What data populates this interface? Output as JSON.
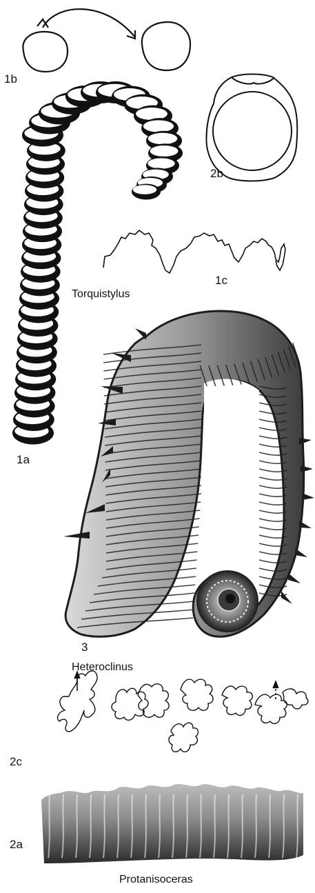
{
  "figure_labels": {
    "l1a": "1a",
    "l1b": "1b",
    "l1c": "1c",
    "l2a": "2a",
    "l2b": "2b",
    "l2c": "2c",
    "l3": "3"
  },
  "taxa": {
    "torquistylus": "Torquistylus",
    "heteroclinus": "Heteroclinus",
    "protanisoceras": "Protanisoceras"
  },
  "colors": {
    "ink": "#111111",
    "fossil_dark": "#2a2a2a",
    "fossil_mid": "#6e6e6e",
    "fossil_light": "#d8d8d8",
    "paper": "#ffffff"
  }
}
